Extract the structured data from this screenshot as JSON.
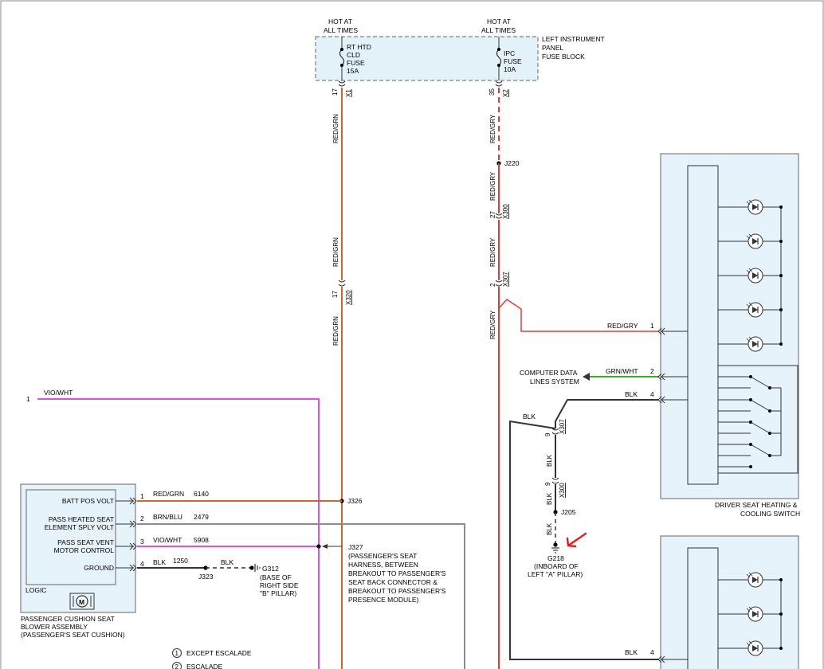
{
  "fuse_block": {
    "hot_left": [
      "HOT AT",
      "ALL TIMES"
    ],
    "hot_right": [
      "HOT AT",
      "ALL TIMES"
    ],
    "name": [
      "LEFT INSTRUMENT",
      "PANEL",
      "FUSE BLOCK"
    ],
    "fuse1": [
      "RT HTD",
      "CLD",
      "FUSE",
      "15A"
    ],
    "fuse2": [
      "IPC",
      "FUSE",
      "10A"
    ]
  },
  "left_circuit": {
    "pin_top": "17",
    "conn_top": "X1",
    "wire_color": "RED/GRN",
    "pin_mid": "17",
    "conn_mid": "X320",
    "splice": "J326"
  },
  "right_circuit": {
    "pin_top": "35",
    "conn_top": "X2",
    "wire_color": "RED/GRY",
    "splice_j220": "J220",
    "pin_x300": "27",
    "conn_x300": "X300",
    "pin_x307": "2",
    "conn_x307": "X307"
  },
  "vio_wire": {
    "pin": "1",
    "color": "VIO/WHT"
  },
  "blower": {
    "pins": [
      {
        "label": "BATT POS VOLT",
        "pin": "1",
        "color": "RED/GRN",
        "circuit": "6140"
      },
      {
        "label1": "PASS HEATED SEAT",
        "label2": "ELEMENT SPLY VOLT",
        "pin": "2",
        "color": "BRN/BLU",
        "circuit": "2479"
      },
      {
        "label1": "PASS SEAT VENT",
        "label2": "MOTOR CONTROL",
        "pin": "3",
        "color": "VIO/WHT",
        "circuit": "5908"
      },
      {
        "label": "GROUND",
        "pin": "4",
        "color": "BLK",
        "circuit": "1250"
      }
    ],
    "logic": "LOGIC",
    "motor": "M",
    "name": [
      "PASSENGER CUSHION SEAT",
      "BLOWER ASSEMBLY",
      "(PASSENGER'S SEAT CUSHION)"
    ]
  },
  "ground_left": {
    "splice": "J323",
    "wire": "BLK",
    "ground": "G312",
    "note": [
      "(BASE OF",
      "RIGHT SIDE",
      "\"B\" PILLAR)"
    ]
  },
  "j327": {
    "id": "J327",
    "note": [
      "(PASSENGER'S SEAT",
      "HARNESS, BETWEEN",
      "BREAKOUT TO PASSENGER'S",
      "SEAT BACK CONNECTOR &",
      "BREAKOUT TO PASSENGER'S",
      "PRESENCE MODULE)"
    ]
  },
  "legend": [
    {
      "num": "1",
      "text": "EXCEPT ESCALADE"
    },
    {
      "num": "2",
      "text": "ESCALADE"
    }
  ],
  "switch": {
    "name": [
      "DRIVER SEAT HEATING &",
      "COOLING SWITCH"
    ],
    "pin1": {
      "color": "RED/GRY",
      "pin": "1"
    },
    "pin2": {
      "color": "GRN/WHT",
      "pin": "2"
    },
    "pin4": {
      "color": "BLK",
      "pin": "4"
    },
    "data_lines": [
      "COMPUTER DATA",
      "LINES SYSTEM"
    ]
  },
  "ground_right": {
    "wire_top": "BLK",
    "pin_x307": "9",
    "conn_x307": "X307",
    "wire_mid": "BLK",
    "pin_x300": "9",
    "conn_x300": "X300",
    "wire_x300": "BLK",
    "splice": "J205",
    "wire_bottom": "BLK",
    "ground": "G218",
    "note": [
      "(INBOARD OF",
      "LEFT \"A\" PILLAR)"
    ]
  },
  "bottom_blk": {
    "color": "BLK",
    "pin": "4"
  },
  "colors": {
    "red_grn": "#d2672a",
    "red_gry": "#e23a3a",
    "vio_wht": "#e04fe0",
    "brn_blu": "#8c8c8c",
    "grn_wht": "#3cac2c",
    "blk": "#333333",
    "fuse_fill": "#e3f1f8",
    "box_fill": "#e6f3fb",
    "annotation": "#e02020"
  }
}
